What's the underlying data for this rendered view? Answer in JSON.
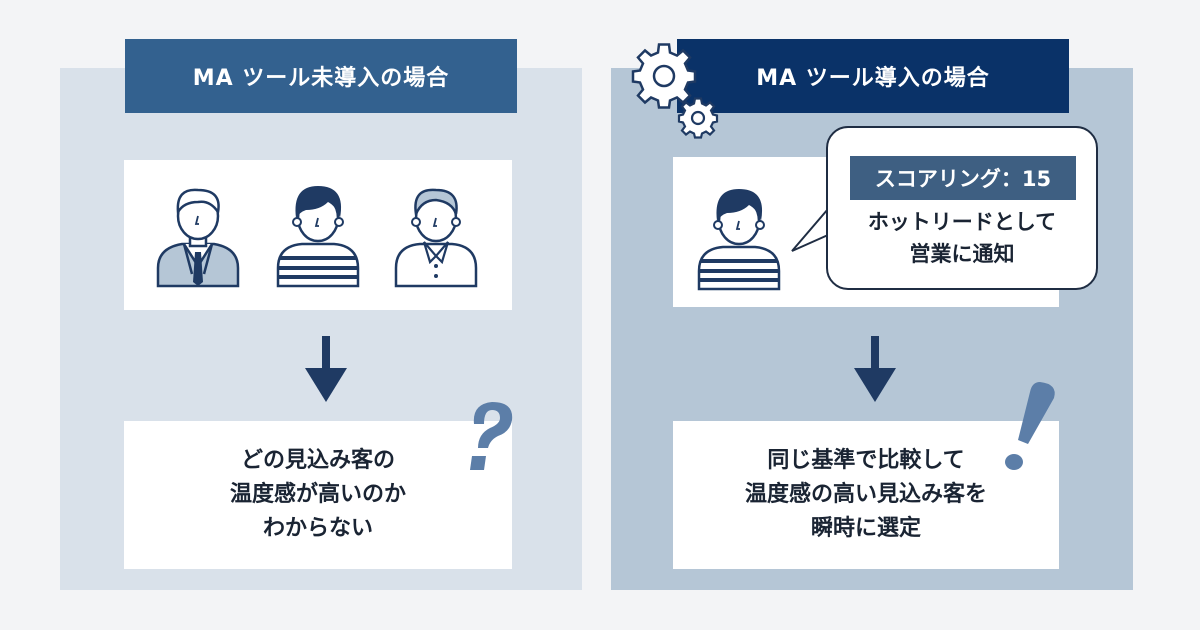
{
  "left": {
    "header": "MA ツール未導入の場合",
    "result_lines": [
      "どの見込み客の",
      "温度感が高いのか",
      "わからない"
    ]
  },
  "right": {
    "header": "MA ツール導入の場合",
    "score_label": "スコアリング：15",
    "bubble_lines": [
      "ホットリードとして",
      "営業に通知"
    ],
    "result_lines": [
      "同じ基準で比較して",
      "温度感の高い見込み客を",
      "瞬時に選定"
    ]
  },
  "icons": {
    "left": [
      "businessman-icon",
      "striped-shirt-person-icon",
      "collared-shirt-person-icon",
      "down-arrow-icon",
      "question-mark-icon"
    ],
    "right": [
      "gears-icon",
      "striped-shirt-person-icon",
      "down-arrow-icon",
      "exclamation-mark-icon"
    ]
  },
  "colors": {
    "page_background": "#f3f4f6",
    "left_panel": "#d9e1ea",
    "right_panel": "#b5c6d6",
    "left_header": "#33618f",
    "right_header": "#0a3268",
    "navy": "#1f3a63",
    "mark_blue": "#5c7ea8"
  }
}
